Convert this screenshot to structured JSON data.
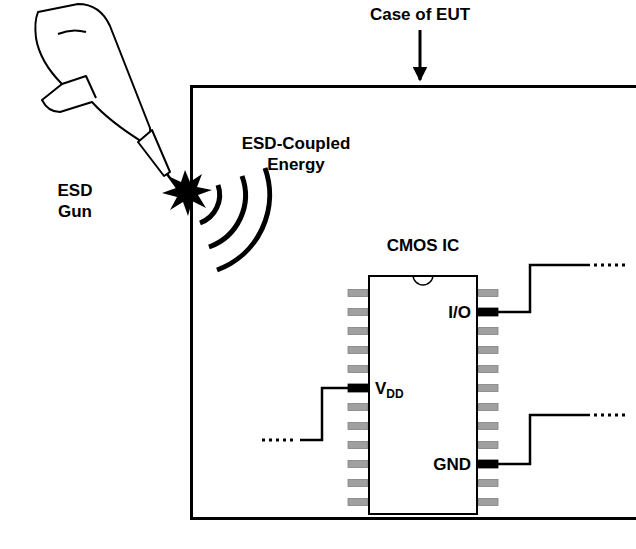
{
  "diagram": {
    "nodes": [
      {
        "text": [
          "Case of EUT"
        ]
      },
      {
        "text": [
          "CMOS IC",
          "I/O",
          "VDD",
          "GND"
        ],
        "in": 0
      }
    ],
    "labels": [
      "ESD Gun",
      "ESD-Coupled Energy"
    ]
  }
}
